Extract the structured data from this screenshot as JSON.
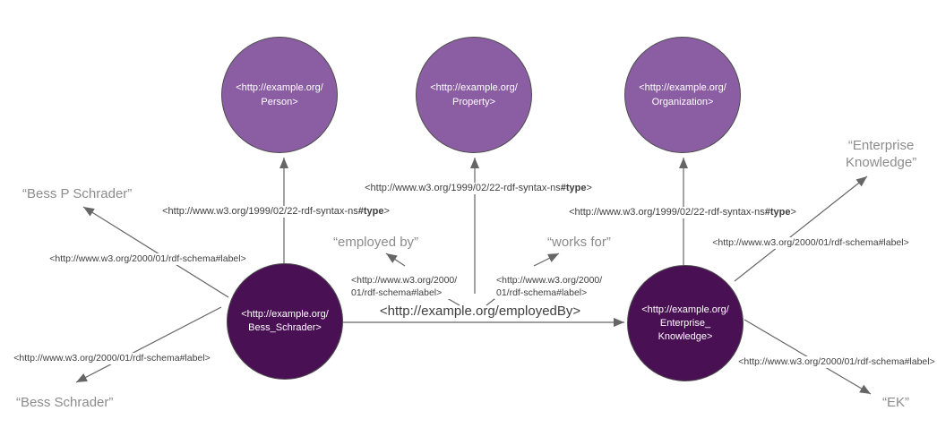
{
  "colors": {
    "class_node_fill": "#8B5EA4",
    "instance_node_fill": "#4A1054",
    "node_stroke": "#4D4D4D",
    "edge_line": "#666666",
    "uri_label_text": "#3F3F3F",
    "literal_text": "#8C8C8C",
    "node_text": "#FFFFFF"
  },
  "nodes": {
    "person": {
      "line1": "<http://example.org/",
      "line2": "Person>"
    },
    "property": {
      "line1": "<http://example.org/",
      "line2": "Property>"
    },
    "organization": {
      "line1": "<http://example.org/",
      "line2": "Organization>"
    },
    "bess_schrader": {
      "line1": "<http://example.org/",
      "line2": "Bess_Schrader>"
    },
    "enterprise_knowledge": {
      "line1": "<http://example.org/",
      "line2": "Enterprise_",
      "line3": "Knowledge>"
    }
  },
  "edge_labels": {
    "type_bess": {
      "prefix": "<http://www.w3.org/1999/02/22-rdf-syntax-ns",
      "fragment": "#type",
      "suffix": ">"
    },
    "type_property": {
      "prefix": "<http://www.w3.org/1999/02/22-rdf-syntax-ns",
      "fragment": "#type",
      "suffix": ">"
    },
    "type_ek": {
      "prefix": "<http://www.w3.org/1999/02/22-rdf-syntax-ns",
      "fragment": "#type",
      "suffix": ">"
    },
    "employed_by_uri": "<http://example.org/employedBy>",
    "label_bess_p": "<http://www.w3.org/2000/01/rdf-schema#label>",
    "label_bess": "<http://www.w3.org/2000/01/rdf-schema#label>",
    "label_employed": {
      "line1": "<http://www.w3.org/2000/",
      "line2": "01/rdf-schema#label>"
    },
    "label_works": {
      "line1": "<http://www.w3.org/2000/",
      "line2": "01/rdf-schema#label>"
    },
    "label_enterprise": "<http://www.w3.org/2000/01/rdf-schema#label>",
    "label_ek": "<http://www.w3.org/2000/01/rdf-schema#label>"
  },
  "literals": {
    "bess_p_schrader": "“Bess P Schrader”",
    "bess_schrader": "“Bess Schrader”",
    "employed_by": "“employed by”",
    "works_for": "“works for”",
    "enterprise_line1": "“Enterprise",
    "enterprise_line2": "Knowledge”",
    "ek": "“EK”"
  }
}
